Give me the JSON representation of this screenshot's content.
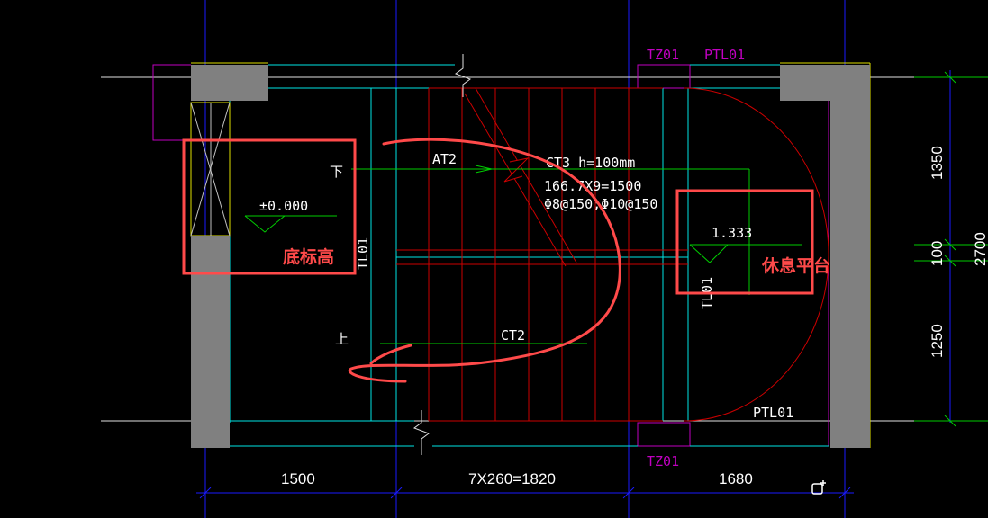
{
  "colors": {
    "background": "#000000",
    "wall": "#808080",
    "cyan": "#00e5e5",
    "green": "#00cc00",
    "red": "#cc0000",
    "magenta": "#c000c0",
    "yellow": "#e0e000",
    "blue": "#1a1aff",
    "annotation": "#ff4a4a"
  },
  "labels": {
    "tz01_top": "TZ01",
    "ptl01_top": "PTL01",
    "tz01_bottom": "TZ01",
    "ptl01_bottom": "PTL01",
    "at2": "AT2",
    "ct3_spec": "CT3  h=100mm",
    "step_formula": "166.7X9=1500",
    "rebar": "Φ8@150;Φ10@150",
    "ct2": "CT2",
    "down": "下",
    "up": "上",
    "tl01_left": "TL01",
    "tl01_right": "TL01"
  },
  "elevations": {
    "floor": "±0.000",
    "landing": "1.333"
  },
  "dimensions": {
    "bottom_left": "1500",
    "bottom_mid": "7X260=1820",
    "bottom_right": "1680",
    "right_top": "1350",
    "right_mid": "100",
    "right_bottom": "1250",
    "right_total": "2700"
  },
  "annotations": {
    "floor_elevation_note": "底标高",
    "landing_note": "休息平台"
  },
  "icons": {
    "corner_tool": "edit-plus-icon"
  }
}
